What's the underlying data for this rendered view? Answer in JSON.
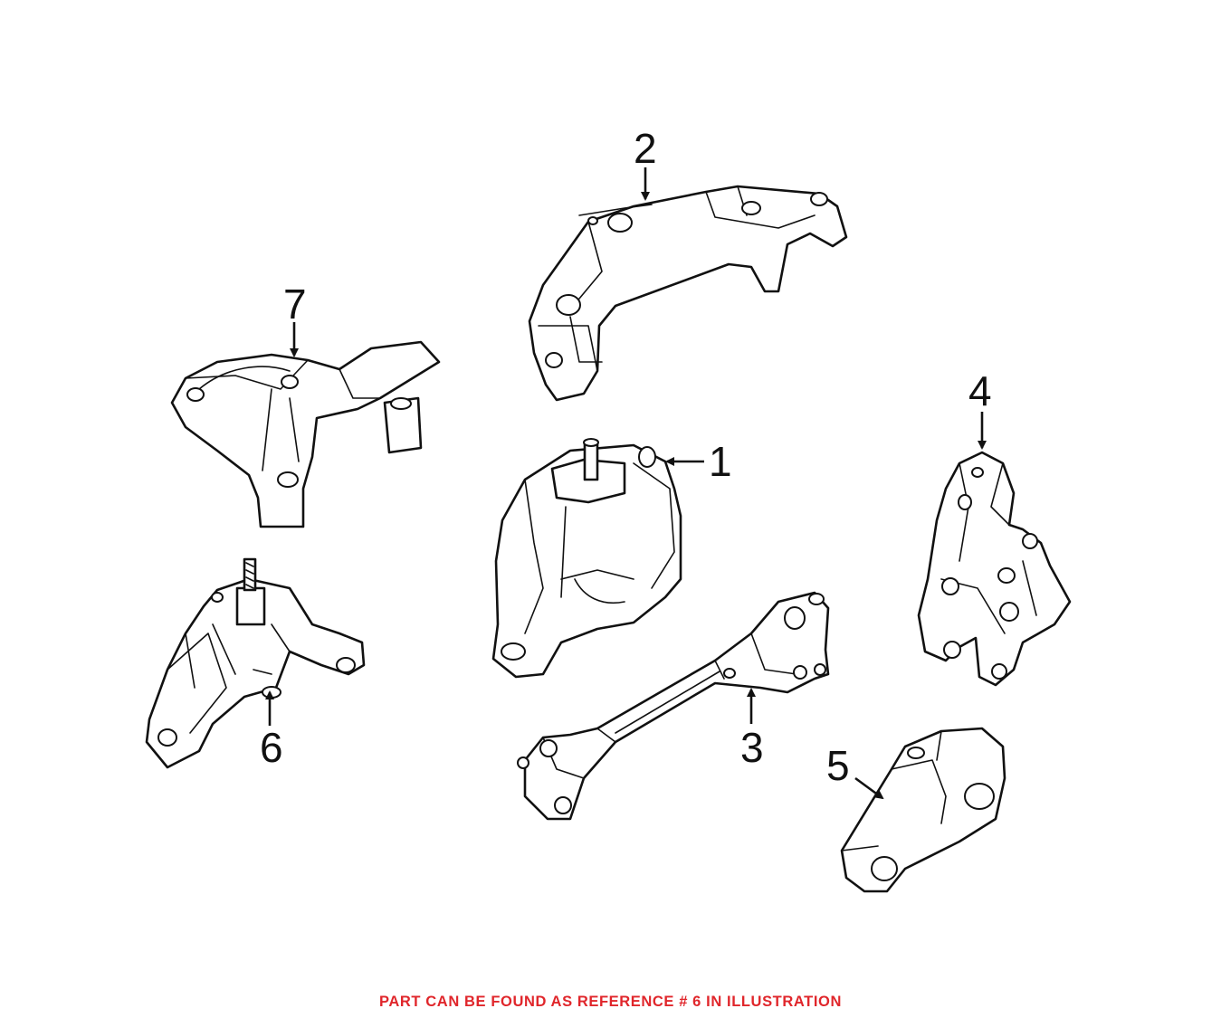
{
  "callouts": {
    "c1": "1",
    "c2": "2",
    "c3": "3",
    "c4": "4",
    "c5": "5",
    "c6": "6",
    "c7": "7"
  },
  "caption": "PART CAN BE FOUND AS REFERENCE # 6 IN ILLUSTRATION",
  "colors": {
    "caption": "#e0262b",
    "lines": "#111111",
    "background": "#ffffff"
  }
}
